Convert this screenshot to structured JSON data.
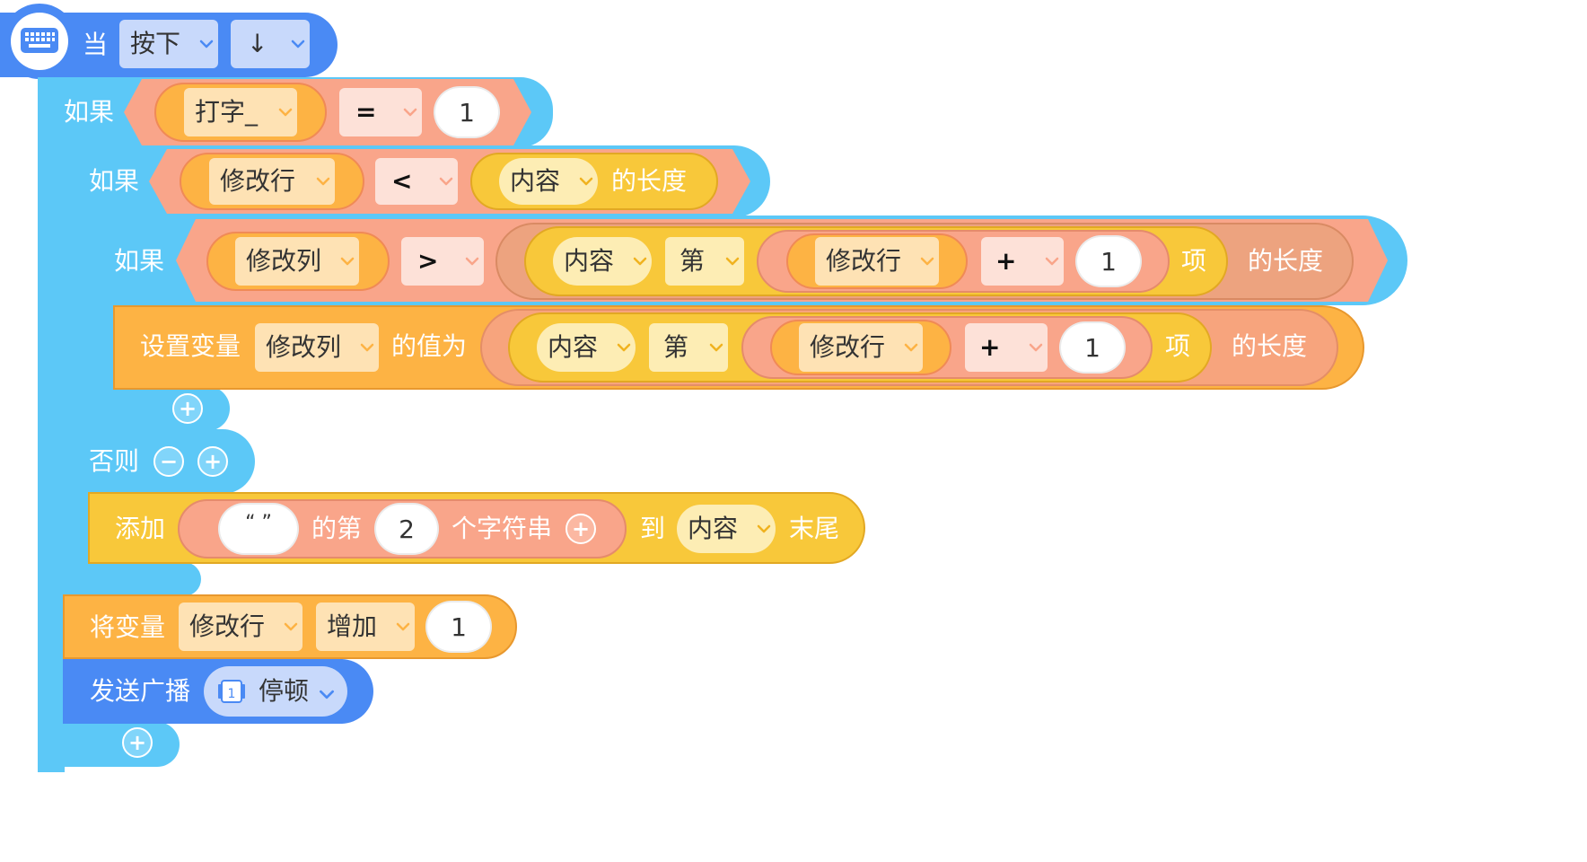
{
  "hat": {
    "when": "当",
    "event_dropdown": "按下",
    "key_dropdown": "↓"
  },
  "if1": {
    "label": "如果",
    "var": "打字_",
    "operator": "=",
    "value": "1"
  },
  "if2": {
    "label": "如果",
    "var": "修改行",
    "operator": "<",
    "list": "内容",
    "length_label": "的长度"
  },
  "if3": {
    "label": "如果",
    "var": "修改列",
    "operator": ">",
    "list": "内容",
    "nth": "第",
    "index_var": "修改行",
    "plus": "+",
    "plus_value": "1",
    "item_label": "项",
    "length_label": "的长度"
  },
  "set_var": {
    "label": "设置变量",
    "var": "修改列",
    "value_label": "的值为",
    "list": "内容",
    "nth": "第",
    "index_var": "修改行",
    "plus": "+",
    "plus_value": "1",
    "item_label": "项",
    "length_label": "的长度"
  },
  "else": {
    "label": "否则"
  },
  "add_item": {
    "label": "添加",
    "string_value": "“ ”",
    "nth_label": "的第",
    "count": "2",
    "string_label": "个字符串",
    "to_label": "到",
    "list": "内容",
    "end_label": "末尾"
  },
  "change_var": {
    "label": "将变量",
    "var": "修改行",
    "op": "增加",
    "value": "1"
  },
  "broadcast": {
    "label": "发送广播",
    "message": "停顿",
    "icon_digit": "1"
  },
  "icons": {
    "hat_icon": "keyboard-icon",
    "dropdown_icon": "chevron-down-icon",
    "add_icon": "plus-icon",
    "remove_icon": "minus-icon",
    "broadcast_icon": "message-icon"
  },
  "colors": {
    "event_blue": "#4a8af4",
    "control_cyan": "#5cc8f7",
    "operator_salmon": "#f9a58a",
    "variable_orange": "#fdb344",
    "list_yellow": "#f8c83a"
  }
}
